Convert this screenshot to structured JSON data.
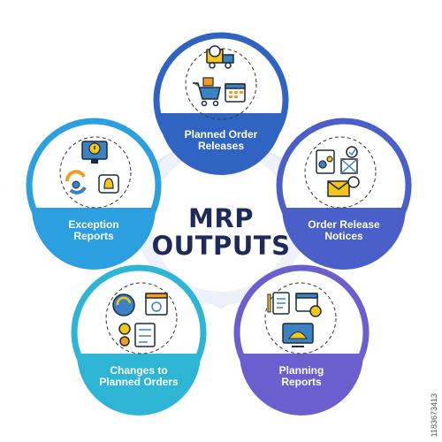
{
  "diagram": {
    "title_line1": "MRP",
    "title_line2": "OUTPUTS",
    "nodes": [
      {
        "label_line1": "Planned Order",
        "label_line2": "Releases",
        "color": "#2f64c2",
        "icon": "truck-cart-calendar-icon"
      },
      {
        "label_line1": "Order Release",
        "label_line2": "Notices",
        "color": "#4a5fc9",
        "icon": "documents-envelope-icon"
      },
      {
        "label_line1": "Planning",
        "label_line2": "Reports",
        "color": "#6b5fd0",
        "icon": "clipboard-calendar-monitor-icon"
      },
      {
        "label_line1": "Changes to",
        "label_line2": "Planned Orders",
        "color": "#2eb5d6",
        "icon": "sync-gears-checklist-icon"
      },
      {
        "label_line1": "Exception",
        "label_line2": "Reports",
        "color": "#2b9fe0",
        "icon": "alert-monitor-bell-icon"
      }
    ]
  },
  "watermark": "1183673413",
  "colors": {
    "connector": "#dfe6f5",
    "title": "#1d2a5a",
    "icon_blue": "#3b82c4",
    "icon_yellow": "#f5c518",
    "icon_orange": "#f59a23",
    "icon_dark": "#1f2937"
  }
}
